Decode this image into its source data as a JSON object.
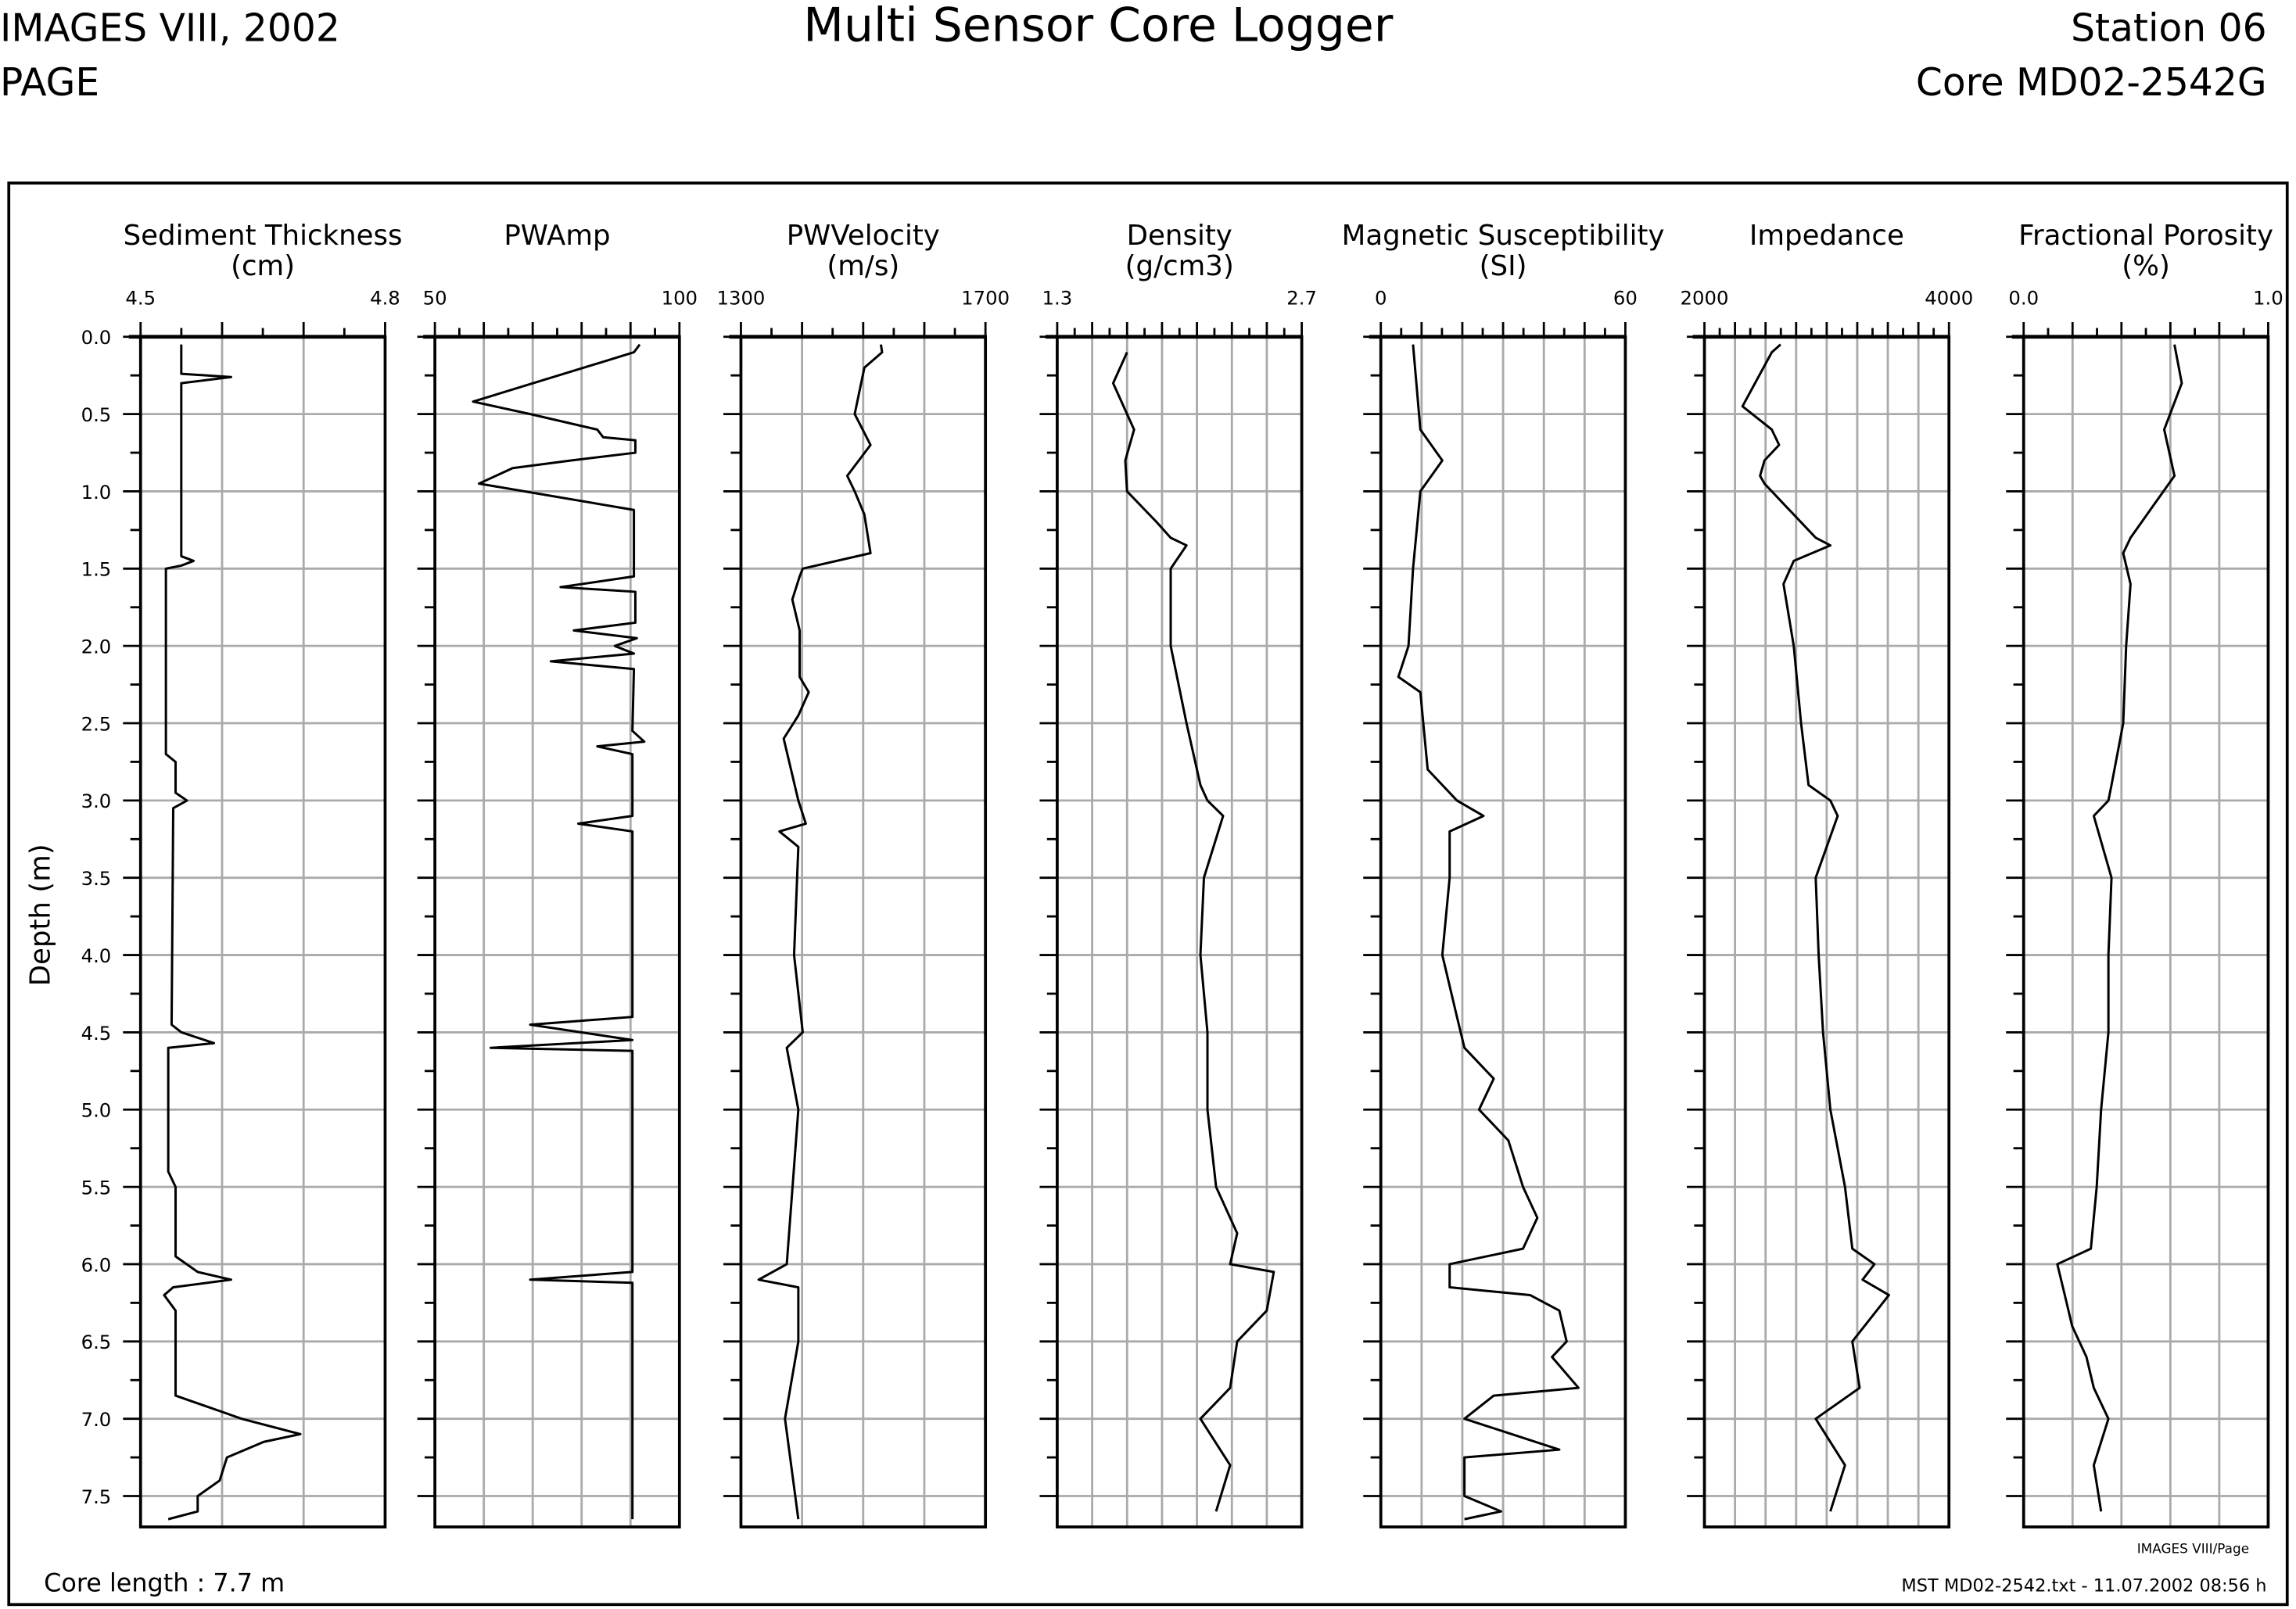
{
  "header": {
    "left_line1": "IMAGES VIII, 2002",
    "left_line2": "PAGE",
    "title": "Multi Sensor Core Logger",
    "right_line1": "Station 06",
    "right_line2": "Core MD02-2542G"
  },
  "footer": {
    "core_length": "Core length :  7.7 m",
    "credit": "IMAGES VIII/Page",
    "file_info": "MST MD02-2542.txt - 11.07.2002 08:56 h"
  },
  "chart_data": {
    "type": "line",
    "title": "Multi Sensor Core Logger",
    "ylabel": "Depth (m)",
    "ylim": [
      0,
      7.7
    ],
    "y_ticks": [
      "0.0",
      "0.5",
      "1.0",
      "1.5",
      "2.0",
      "2.5",
      "3.0",
      "3.5",
      "4.0",
      "4.5",
      "5.0",
      "5.5",
      "6.0",
      "6.5",
      "7.0",
      "7.5"
    ],
    "grid": true,
    "panels": [
      {
        "title": "Sediment Thickness",
        "unit": "(cm)",
        "xlim": [
          4.5,
          4.8
        ],
        "xmin_label": "4.5",
        "xmax_label": "4.8",
        "grid_step": 0.1,
        "depth": [
          0.05,
          0.24,
          0.26,
          0.3,
          1.42,
          1.45,
          1.48,
          1.5,
          2.7,
          2.75,
          2.95,
          3.0,
          3.05,
          4.45,
          4.5,
          4.57,
          4.6,
          5.4,
          5.5,
          5.95,
          6.05,
          6.1,
          6.15,
          6.2,
          6.3,
          6.85,
          6.95,
          7.0,
          7.1,
          7.15,
          7.25,
          7.4,
          7.5,
          7.6,
          7.65
        ],
        "value": [
          4.55,
          4.55,
          4.611,
          4.55,
          4.55,
          4.565,
          4.55,
          4.531,
          4.531,
          4.543,
          4.543,
          4.557,
          4.54,
          4.538,
          4.55,
          4.59,
          4.534,
          4.534,
          4.543,
          4.543,
          4.57,
          4.611,
          4.54,
          4.529,
          4.543,
          4.543,
          4.597,
          4.624,
          4.696,
          4.651,
          4.606,
          4.597,
          4.57,
          4.57,
          4.534
        ]
      },
      {
        "title": "PWAmp",
        "unit": "",
        "xlim": [
          50,
          100
        ],
        "xmin_label": "50",
        "xmax_label": "100",
        "grid_step": 10,
        "depth": [
          0.05,
          0.1,
          0.42,
          0.5,
          0.6,
          0.65,
          0.67,
          0.75,
          0.8,
          0.85,
          0.95,
          1.12,
          1.55,
          1.62,
          1.65,
          1.85,
          1.9,
          1.95,
          2.0,
          2.05,
          2.1,
          2.15,
          2.55,
          2.62,
          2.65,
          2.7,
          3.1,
          3.15,
          3.2,
          4.4,
          4.45,
          4.55,
          4.6,
          4.62,
          6.05,
          6.1,
          6.12,
          7.65
        ],
        "value": [
          91.9,
          90.7,
          57.8,
          69.5,
          83.2,
          84.4,
          91,
          91,
          77.8,
          65.9,
          59,
          90.7,
          90.7,
          75.7,
          91,
          91,
          78.4,
          91.3,
          86.8,
          90.7,
          73.7,
          90.7,
          90.4,
          92.8,
          83.2,
          90.4,
          90.4,
          79.3,
          90.4,
          90.4,
          69.5,
          90.4,
          61.4,
          90.4,
          90.4,
          69.5,
          90.4,
          90.4
        ]
      },
      {
        "title": "PWVelocity",
        "unit": "(m/s)",
        "xlim": [
          1300,
          1700
        ],
        "xmin_label": "1300",
        "xmax_label": "1700",
        "grid_step": 100,
        "depth": [
          0.05,
          0.1,
          0.2,
          0.5,
          0.7,
          0.9,
          1.0,
          1.15,
          1.4,
          1.5,
          1.55,
          1.7,
          1.9,
          2.2,
          2.3,
          2.45,
          2.6,
          2.8,
          3.0,
          3.15,
          3.2,
          3.3,
          4.0,
          4.5,
          4.6,
          5.0,
          6.0,
          6.1,
          6.15,
          6.5,
          7.0,
          7.65
        ],
        "value": [
          1529,
          1531,
          1502,
          1486,
          1512,
          1474,
          1486,
          1502,
          1512,
          1401,
          1396,
          1384,
          1396,
          1396,
          1411,
          1394,
          1370,
          1382,
          1394,
          1406,
          1363,
          1394,
          1387,
          1401,
          1375,
          1394,
          1375,
          1329,
          1394,
          1394,
          1372,
          1394
        ]
      },
      {
        "title": "Density",
        "unit": "(g/cm3)",
        "xlim": [
          1.3,
          2.7
        ],
        "xmin_label": "1.3",
        "xmax_label": "2.7",
        "grid_step": 0.2,
        "depth": [
          0.1,
          0.3,
          0.5,
          0.6,
          0.8,
          1.0,
          1.2,
          1.3,
          1.35,
          1.5,
          2.0,
          2.5,
          2.9,
          3.0,
          3.1,
          3.5,
          4.0,
          4.5,
          5.0,
          5.5,
          5.8,
          6.0,
          6.05,
          6.3,
          6.5,
          6.8,
          7.0,
          7.3,
          7.6
        ],
        "value": [
          1.7,
          1.62,
          1.7,
          1.74,
          1.69,
          1.7,
          1.87,
          1.95,
          2.04,
          1.95,
          1.95,
          2.04,
          2.12,
          2.16,
          2.25,
          2.14,
          2.12,
          2.16,
          2.16,
          2.21,
          2.33,
          2.29,
          2.54,
          2.5,
          2.33,
          2.29,
          2.12,
          2.29,
          2.21
        ]
      },
      {
        "title": "Magnetic Susceptibility",
        "unit": "(SI)",
        "xlim": [
          0,
          60
        ],
        "xmin_label": "0",
        "xmax_label": "60",
        "grid_step": 10,
        "depth": [
          0.05,
          0.6,
          0.8,
          1.0,
          1.5,
          2.0,
          2.2,
          2.3,
          2.8,
          2.95,
          3.0,
          3.1,
          3.2,
          3.5,
          4.0,
          4.4,
          4.6,
          4.8,
          5.0,
          5.2,
          5.5,
          5.7,
          5.9,
          6.0,
          6.15,
          6.2,
          6.3,
          6.5,
          6.6,
          6.8,
          6.85,
          7.0,
          7.2,
          7.25,
          7.5,
          7.6,
          7.65
        ],
        "value": [
          7.9,
          9.7,
          15.1,
          9.7,
          7.9,
          6.8,
          4.3,
          9.7,
          11.5,
          16.9,
          18.7,
          25.2,
          16.9,
          16.9,
          15.1,
          18.7,
          20.5,
          27.7,
          24.1,
          31.3,
          34.9,
          38.4,
          34.9,
          16.9,
          16.9,
          36.6,
          43.8,
          45.6,
          42.0,
          48.5,
          27.7,
          20.5,
          43.8,
          20.5,
          20.5,
          29.5,
          20.5
        ]
      },
      {
        "title": "Impedance",
        "unit": "",
        "xlim": [
          2000,
          4000
        ],
        "xmin_label": "2000",
        "xmax_label": "4000",
        "grid_step": 250,
        "depth": [
          0.05,
          0.1,
          0.45,
          0.6,
          0.7,
          0.8,
          0.9,
          0.95,
          1.3,
          1.35,
          1.45,
          1.6,
          2.0,
          2.5,
          2.9,
          3.0,
          3.1,
          3.5,
          4.0,
          4.5,
          5.0,
          5.5,
          5.9,
          6.0,
          6.1,
          6.2,
          6.5,
          6.8,
          7.0,
          7.3,
          7.6
        ],
        "value": [
          2623,
          2551,
          2311,
          2551,
          2611,
          2491,
          2455,
          2491,
          2910,
          3030,
          2731,
          2647,
          2731,
          2791,
          2851,
          3030,
          3090,
          2910,
          2934,
          2970,
          3030,
          3150,
          3210,
          3390,
          3294,
          3509,
          3210,
          3270,
          2910,
          3150,
          3030
        ]
      },
      {
        "title": "Fractional Porosity",
        "unit": "(%)",
        "xlim": [
          0,
          1
        ],
        "xmin_label": "0.0",
        "xmax_label": "1.0",
        "grid_step": 0.2,
        "depth": [
          0.05,
          0.3,
          0.6,
          0.9,
          1.1,
          1.3,
          1.4,
          1.6,
          2.0,
          2.5,
          2.9,
          3.0,
          3.1,
          3.5,
          4.0,
          4.5,
          5.0,
          5.5,
          5.9,
          6.0,
          6.2,
          6.4,
          6.6,
          6.8,
          7.0,
          7.3,
          7.6
        ],
        "value": [
          0.617,
          0.647,
          0.575,
          0.617,
          0.527,
          0.437,
          0.407,
          0.437,
          0.419,
          0.407,
          0.359,
          0.347,
          0.287,
          0.359,
          0.347,
          0.347,
          0.317,
          0.299,
          0.275,
          0.138,
          0.168,
          0.198,
          0.257,
          0.287,
          0.347,
          0.287,
          0.317
        ]
      }
    ]
  }
}
